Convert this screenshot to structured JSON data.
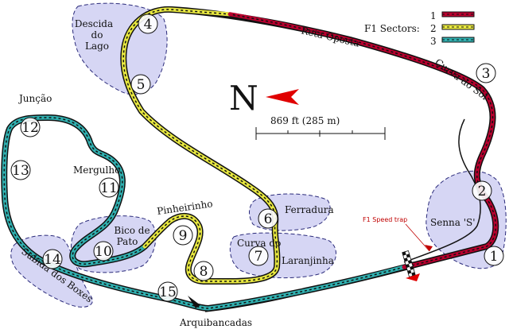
{
  "compass": {
    "letter": "N"
  },
  "scale": {
    "label": "869 ft (285 m)"
  },
  "legend": {
    "title": "F1 Sectors:",
    "entries": [
      {
        "number": "1",
        "color": "#b8002e"
      },
      {
        "number": "2",
        "color": "#e8e840"
      },
      {
        "number": "3",
        "color": "#30b0b0"
      }
    ]
  },
  "labels": {
    "descida": [
      "Descida",
      "do",
      "Lago"
    ],
    "reta_oposta": "Reta Oposta",
    "curva_do_sol": "Curva do Sol",
    "juncao": "Junção",
    "mergulho": "Mergulho",
    "bico_de_pato": [
      "Bico de",
      "Pato"
    ],
    "pinheirinho": "Pinheirinho",
    "ferradura": "Ferradura",
    "curva_do": "Curva do",
    "laranjinha": "Laranjinha",
    "senna_s": "Senna 'S'",
    "subida_dos_boxes": "Subida dos Boxes",
    "arquibancadas": "Arquibancadas",
    "speed_trap": "F1 Speed trap"
  },
  "turns": [
    "1",
    "2",
    "3",
    "4",
    "5",
    "6",
    "7",
    "8",
    "9",
    "10",
    "11",
    "12",
    "13",
    "14",
    "15"
  ],
  "colors": {
    "sector1": "#b8002e",
    "sector2": "#e8e840",
    "sector3": "#30b0b0",
    "zone_fill": "#c8c8f0",
    "compass_arrow": "#e00000"
  }
}
